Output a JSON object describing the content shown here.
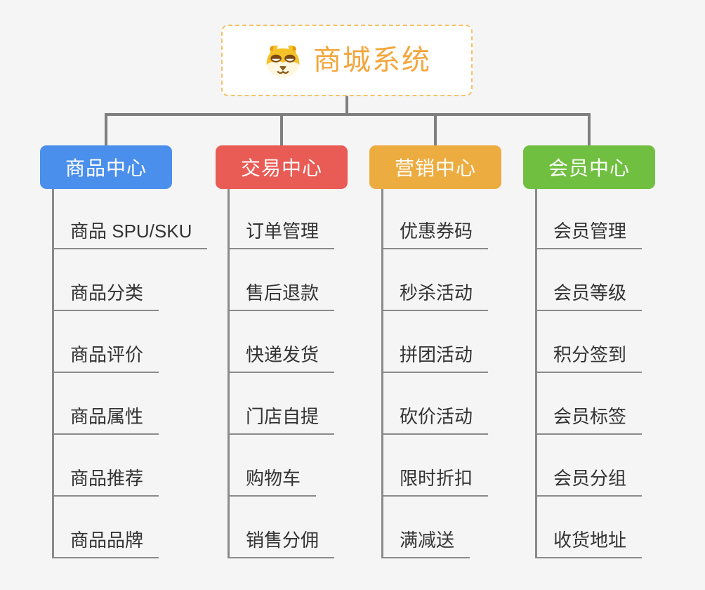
{
  "root": {
    "title": "商城系统",
    "icon": "dog-face-icon"
  },
  "branches": [
    {
      "label": "商品中心",
      "color": "#4A8FEC",
      "items": [
        "商品 SPU/SKU",
        "商品分类",
        "商品评价",
        "商品属性",
        "商品推荐",
        "商品品牌"
      ]
    },
    {
      "label": "交易中心",
      "color": "#E95B55",
      "items": [
        "订单管理",
        "售后退款",
        "快递发货",
        "门店自提",
        "购物车",
        "销售分佣"
      ]
    },
    {
      "label": "营销中心",
      "color": "#EDAC40",
      "items": [
        "优惠券码",
        "秒杀活动",
        "拼团活动",
        "砍价活动",
        "限时折扣",
        "满减送"
      ]
    },
    {
      "label": "会员中心",
      "color": "#70BF40",
      "items": [
        "会员管理",
        "会员等级",
        "积分签到",
        "会员标签",
        "会员分组",
        "收货地址"
      ]
    }
  ],
  "colors": {
    "background": "#F5F5F6",
    "connector": "#7F7F7F",
    "branch_line": "#8A8A8A",
    "root_border": "#F5C26C",
    "root_text": "#F2A63C",
    "item_text": "#333333",
    "node_text": "#FFFFFF"
  }
}
